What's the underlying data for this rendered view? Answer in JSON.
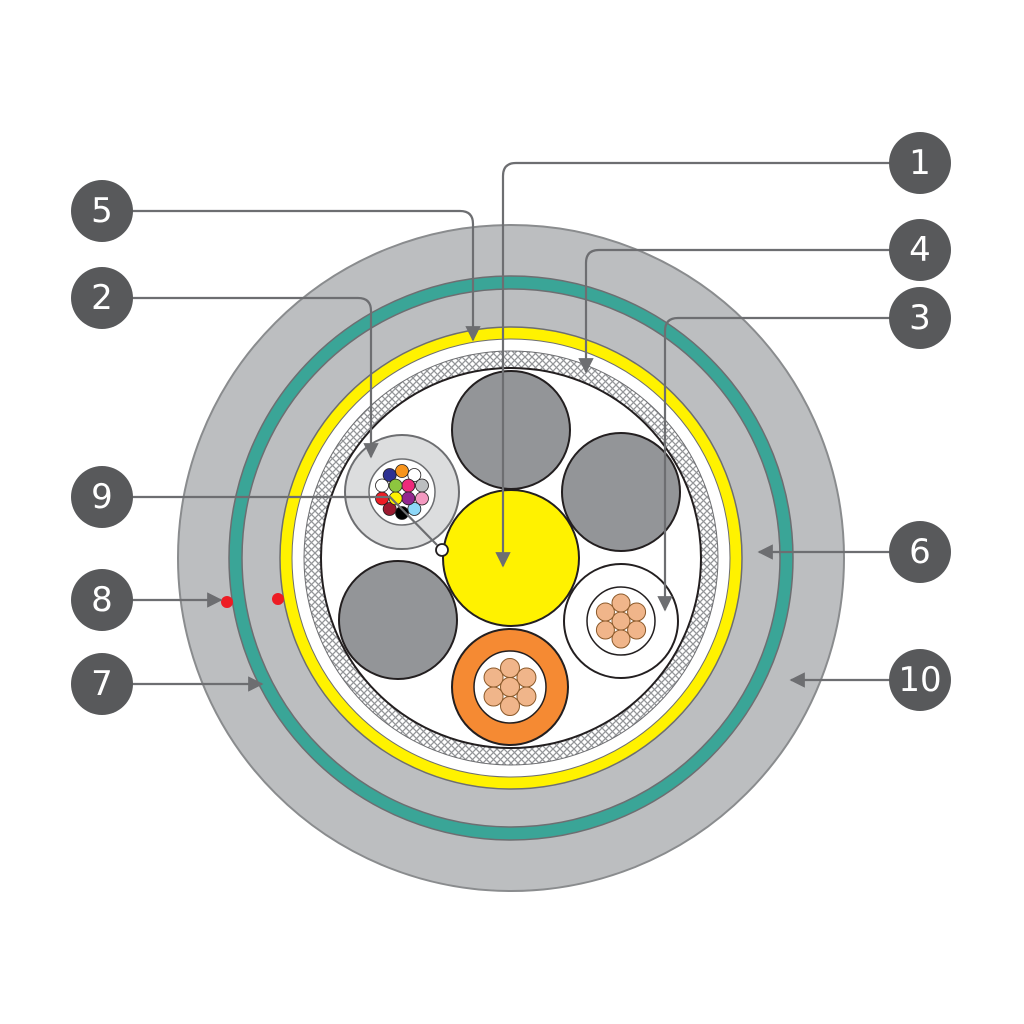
{
  "colors": {
    "outer_sheath": "#bcbec0",
    "outer_sheath_edge": "#8a8c8e",
    "green_band": "#3aa597",
    "yellow_layer": "#fff200",
    "braid": "#d1d3d4",
    "core_grey": "#939598",
    "center_yellow": "#fff200",
    "orange": "#f58a33",
    "copper": "#f0b58a",
    "fiber_tube": "#dcddde",
    "red_marker": "#ed1c24",
    "badge": "#58595b",
    "leader": "#6d6e71"
  },
  "fibers": [
    "#f7941d",
    "#ffffff",
    "#bcbec0",
    "#f49ac1",
    "#8ed8f8",
    "#000000",
    "#9b1b30",
    "#ed1c24",
    "#ffffff",
    "#2e3192",
    "#ee2a7b",
    "#92278f",
    "#fff200",
    "#8dc63f"
  ],
  "callouts": [
    {
      "id": "1",
      "label": "1"
    },
    {
      "id": "2",
      "label": "2"
    },
    {
      "id": "3",
      "label": "3"
    },
    {
      "id": "4",
      "label": "4"
    },
    {
      "id": "5",
      "label": "5"
    },
    {
      "id": "6",
      "label": "6"
    },
    {
      "id": "7",
      "label": "7"
    },
    {
      "id": "8",
      "label": "8"
    },
    {
      "id": "9",
      "label": "9"
    },
    {
      "id": "10",
      "label": "10"
    }
  ]
}
